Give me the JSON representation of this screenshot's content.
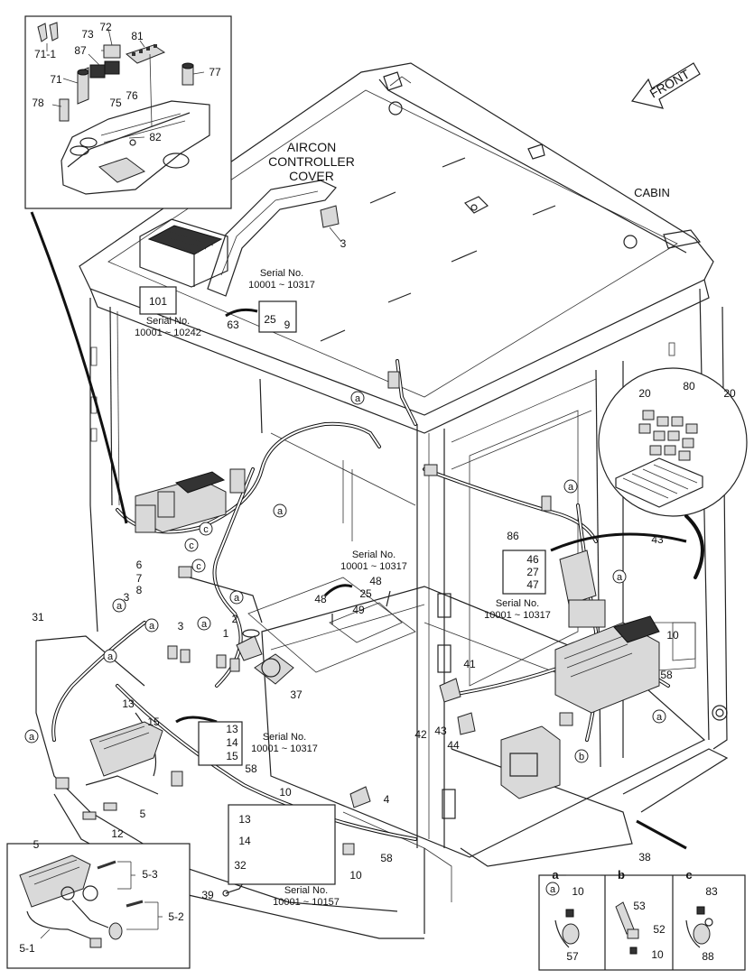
{
  "labels": {
    "aircon_cover": [
      "AIRCON",
      "CONTROLLER",
      "COVER"
    ],
    "cabin": "CABIN",
    "front": "FRONT"
  },
  "serial_notes": {
    "s1": {
      "title": "Serial No.",
      "range": "10001 ~ 10317"
    },
    "s2": {
      "title": "Serial No.",
      "range": "10001 ~ 10242"
    },
    "s3": {
      "title": "Serial No.",
      "range": "10001 ~ 10317"
    },
    "s4": {
      "title": "Serial No.",
      "range": "10001 ~ 10317"
    },
    "s5": {
      "title": "Serial No.",
      "range": "10001 ~ 10317"
    },
    "s6": {
      "title": "Serial No.",
      "range": "10001 ~ 10157"
    }
  },
  "boxed_groups": {
    "g101": [
      "101"
    ],
    "g25_9": [
      "25",
      "9"
    ],
    "g46_27_47": [
      "46",
      "27",
      "47"
    ],
    "g13_14_15": [
      "13",
      "14",
      "15"
    ],
    "g13_14_32": [
      "13",
      "14",
      "32"
    ]
  },
  "callouts": [
    {
      "id": "c71-1",
      "text": "71-1"
    },
    {
      "id": "c73",
      "text": "73"
    },
    {
      "id": "c72",
      "text": "72"
    },
    {
      "id": "c81",
      "text": "81"
    },
    {
      "id": "c87",
      "text": "87"
    },
    {
      "id": "c71",
      "text": "71"
    },
    {
      "id": "c77",
      "text": "77"
    },
    {
      "id": "c76",
      "text": "76"
    },
    {
      "id": "c75",
      "text": "75"
    },
    {
      "id": "c78",
      "text": "78"
    },
    {
      "id": "c82",
      "text": "82"
    },
    {
      "id": "c3top",
      "text": "3"
    },
    {
      "id": "c63",
      "text": "63"
    },
    {
      "id": "c20a",
      "text": "20"
    },
    {
      "id": "c80",
      "text": "80"
    },
    {
      "id": "c20b",
      "text": "20"
    },
    {
      "id": "c86",
      "text": "86"
    },
    {
      "id": "c43a",
      "text": "43"
    },
    {
      "id": "c6",
      "text": "6"
    },
    {
      "id": "c7",
      "text": "7"
    },
    {
      "id": "c8",
      "text": "8"
    },
    {
      "id": "c3m1",
      "text": "3"
    },
    {
      "id": "c3m2",
      "text": "3"
    },
    {
      "id": "c31",
      "text": "31"
    },
    {
      "id": "c2",
      "text": "2"
    },
    {
      "id": "c1",
      "text": "1"
    },
    {
      "id": "c37",
      "text": "37"
    },
    {
      "id": "c48a",
      "text": "48"
    },
    {
      "id": "c25b",
      "text": "25"
    },
    {
      "id": "c49",
      "text": "49"
    },
    {
      "id": "c48b",
      "text": "48"
    },
    {
      "id": "c10a",
      "text": "10"
    },
    {
      "id": "c58a",
      "text": "58"
    },
    {
      "id": "c41",
      "text": "41"
    },
    {
      "id": "c42",
      "text": "42"
    },
    {
      "id": "c43b",
      "text": "43"
    },
    {
      "id": "c44",
      "text": "44"
    },
    {
      "id": "c13a",
      "text": "13"
    },
    {
      "id": "c15a",
      "text": "15"
    },
    {
      "id": "c58b",
      "text": "58"
    },
    {
      "id": "c10b",
      "text": "10"
    },
    {
      "id": "c4",
      "text": "4"
    },
    {
      "id": "c5",
      "text": "5"
    },
    {
      "id": "c12",
      "text": "12"
    },
    {
      "id": "c58c",
      "text": "58"
    },
    {
      "id": "c10c",
      "text": "10"
    },
    {
      "id": "c39",
      "text": "39"
    },
    {
      "id": "c38",
      "text": "38"
    }
  ],
  "circle_refs": [
    {
      "id": "r_a1",
      "text": "a"
    },
    {
      "id": "r_a2",
      "text": "a"
    },
    {
      "id": "r_a3",
      "text": "a"
    },
    {
      "id": "r_a4",
      "text": "a"
    },
    {
      "id": "r_a5",
      "text": "a"
    },
    {
      "id": "r_a6",
      "text": "a"
    },
    {
      "id": "r_a7",
      "text": "a"
    },
    {
      "id": "r_a8",
      "text": "a"
    },
    {
      "id": "r_a9",
      "text": "a"
    },
    {
      "id": "r_a10",
      "text": "a"
    },
    {
      "id": "r_a11",
      "text": "a"
    },
    {
      "id": "r_a12",
      "text": "a"
    },
    {
      "id": "r_c1",
      "text": "c"
    },
    {
      "id": "r_c2",
      "text": "c"
    },
    {
      "id": "r_c3",
      "text": "c"
    },
    {
      "id": "r_b1",
      "text": "b"
    }
  ],
  "inset5": {
    "label": "5",
    "parts": [
      "5-3",
      "5-2",
      "5-1"
    ]
  },
  "detail_panels": [
    {
      "key": "a",
      "parts": [
        "10",
        "57"
      ]
    },
    {
      "key": "b",
      "parts": [
        "53",
        "52",
        "10"
      ]
    },
    {
      "key": "c",
      "parts": [
        "83",
        "88"
      ]
    }
  ]
}
